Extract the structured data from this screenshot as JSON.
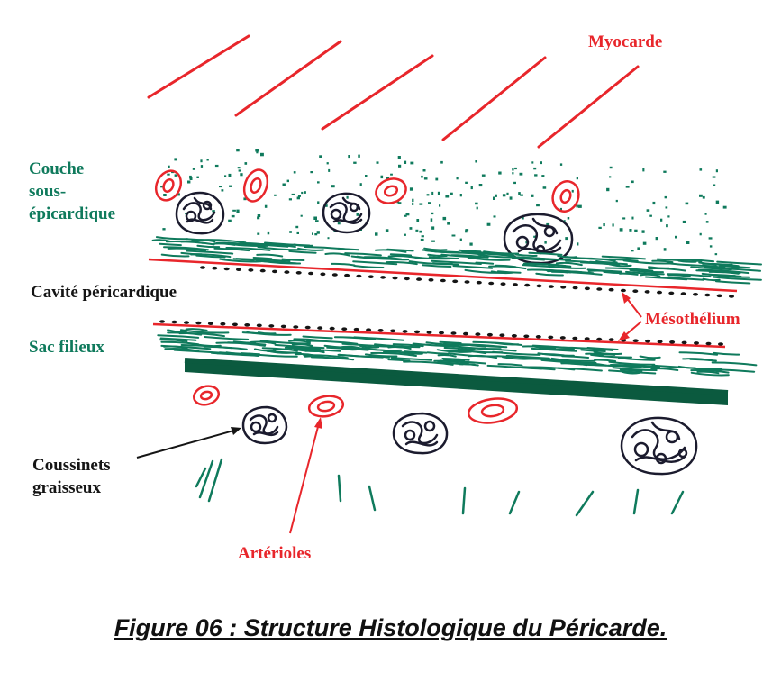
{
  "labels": {
    "myocarde": "Myocarde",
    "couche_1": "Couche",
    "couche_2": "sous-",
    "couche_3": "épicardique",
    "cavite": "Cavité péricardique",
    "mesothelium": "Mésothélium",
    "sac": "Sac filieux",
    "coussinets_1": "Coussinets",
    "coussinets_2": "graisseux",
    "arterioles": "Artérioles"
  },
  "caption": "Figure 06 : Structure Histologique du Péricarde.",
  "colors": {
    "red": "#e8262b",
    "green": "#0f7a5c",
    "dark_green": "#0b5a3f",
    "black": "#151515",
    "fat": "#1b1b2e"
  }
}
